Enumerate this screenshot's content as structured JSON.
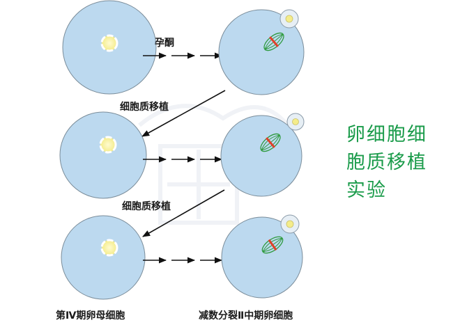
{
  "diagram": {
    "label_hormone": "孕酮",
    "label_transfer_1": "细胞质移植",
    "label_transfer_2": "细胞质移植",
    "label_left_column": "第Ⅳ期卵母细胞",
    "label_right_column": "减数分裂Ⅱ中期卵细胞"
  },
  "title": {
    "line1": "卵细胞细",
    "line2": "胞质移植",
    "line3": "实验"
  },
  "colors": {
    "cell_fill": "#bcd9ef",
    "cell_stroke": "#7a8c99",
    "nucleus": "#f6f09a",
    "spindle": "#2e9a3e",
    "chromosome": "#e0402a",
    "title": "#1a9b4a"
  }
}
